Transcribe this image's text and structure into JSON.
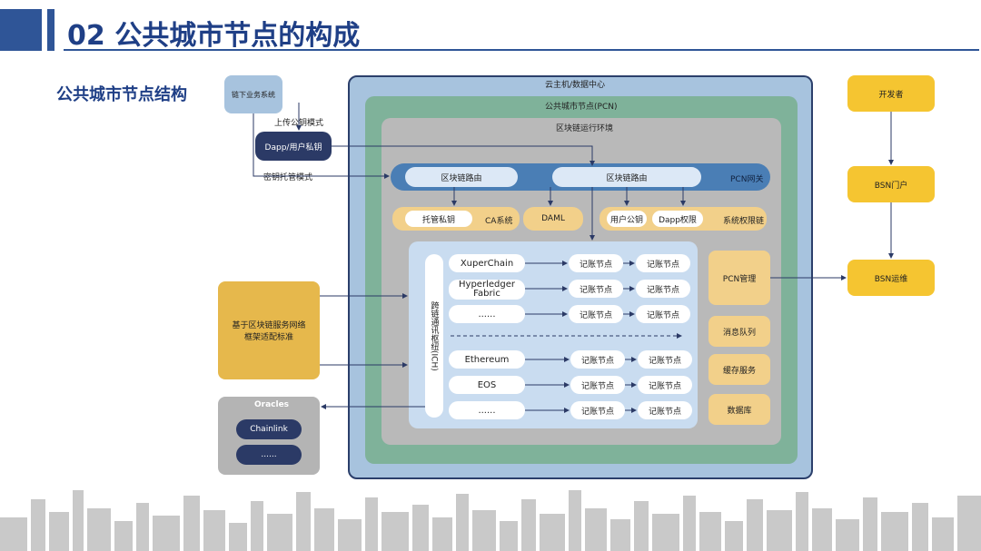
{
  "header": {
    "title": "02 公共城市节点的构成",
    "section_title": "公共城市节点结构"
  },
  "cloud": {
    "label": "云主机/数据中心"
  },
  "pcn": {
    "label": "公共城市节点(PCN)"
  },
  "env": {
    "label": "区块链运行环境"
  },
  "business": {
    "label": "链下业务系统",
    "upload_label": "上传公钥模式",
    "escrow_label": "密钥托管模式"
  },
  "dapp": {
    "label": "Dapp/用户私钥"
  },
  "gateway": {
    "route1": "区块链路由",
    "route2": "区块链路由",
    "label": "PCN网关"
  },
  "ca": {
    "escrow_key": "托管私钥",
    "label": "CA系统"
  },
  "daml": {
    "label": "DAML"
  },
  "permission": {
    "user_pubkey": "用户公钥",
    "dapp_permission": "Dapp权限",
    "label": "系统权限链"
  },
  "cross_chain": {
    "label": "跨链通讯枢纽(ICH)"
  },
  "chains": [
    {
      "name": "XuperChain",
      "nodes": [
        "记账节点",
        "记账节点"
      ]
    },
    {
      "name": "Hyperledger Fabric",
      "nodes": [
        "记账节点",
        "记账节点"
      ]
    },
    {
      "name": "......",
      "nodes": [
        "记账节点",
        "记账节点"
      ]
    },
    {
      "name": "Ethereum",
      "nodes": [
        "记账节点",
        "记账节点"
      ]
    },
    {
      "name": "EOS",
      "nodes": [
        "记账节点",
        "记账节点"
      ]
    },
    {
      "name": "......",
      "nodes": [
        "记账节点",
        "记账节点"
      ]
    }
  ],
  "side": {
    "pcn_mgmt": "PCN管理",
    "queue": "消息队列",
    "cache": "缓存服务",
    "db": "数据库"
  },
  "adapter": {
    "label": "基于区块链服务网络框架适配标准"
  },
  "oracles": {
    "label": "Oracles",
    "items": [
      "Chainlink",
      "......"
    ]
  },
  "bsn": {
    "developer": "开发者",
    "portal": "BSN门户",
    "ops": "BSN运维"
  },
  "colors": {
    "brand": "#2f5597",
    "yellow": "#f2d08a",
    "navy": "#2b3a66"
  }
}
